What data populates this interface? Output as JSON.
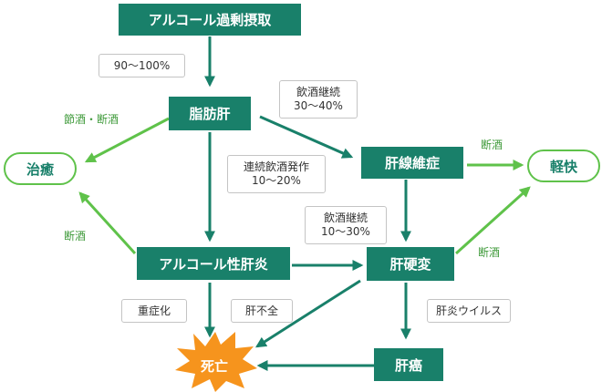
{
  "nodes": {
    "start": "アルコール過剰摂取",
    "fatty_liver": "脂肪肝",
    "fibrosis": "肝線維症",
    "alcoholic_hepatitis": "アルコール性肝炎",
    "cirrhosis": "肝硬変",
    "liver_cancer": "肝癌",
    "cure": "治癒",
    "remission": "軽快",
    "death": "死亡"
  },
  "notes": {
    "start_to_fatty": "90〜100%",
    "fatty_to_fibrosis_line1": "飲酒継続",
    "fatty_to_fibrosis_line2": "30〜40%",
    "fatty_to_hepatitis_line1": "連続飲酒発作",
    "fatty_to_hepatitis_line2": "10〜20%",
    "fibrosis_to_cirrhosis_line1": "飲酒継続",
    "fibrosis_to_cirrhosis_line2": "10〜30%",
    "hepatitis_to_death": "重症化",
    "cirrhosis_to_death": "肝不全",
    "cirrhosis_to_cancer": "肝炎ウイルス"
  },
  "edge_labels": {
    "fatty_to_cure": "節酒・断酒",
    "hepatitis_to_cure": "断酒",
    "fibrosis_to_remission": "断酒",
    "cirrhosis_to_remission": "断酒"
  },
  "colors": {
    "box": "#19806a",
    "arrow_dark": "#19806a",
    "arrow_light": "#5fc24a",
    "burst": "#f6941d"
  }
}
